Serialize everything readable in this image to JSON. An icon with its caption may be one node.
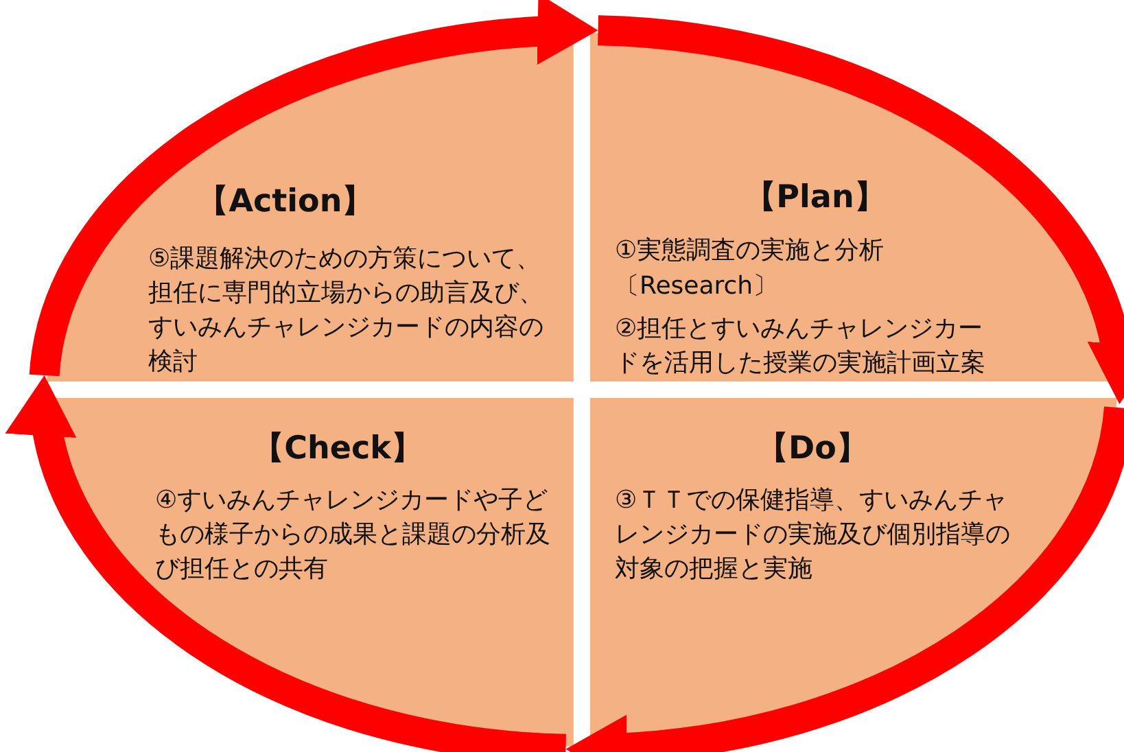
{
  "diagram": {
    "nodes": [
      {
        "text": [
          "【Action】",
          "⑤課題解決のための方策について、担任に専門的立場からの助言及び、すいみんチャレンジカードの内容の検討"
        ]
      },
      {
        "text": [
          "【Plan】",
          "①実態調査の実施と分析",
          "〔Research〕",
          "②担任とすいみんチャレンジカードを活用した授業の実施計画立案"
        ]
      },
      {
        "text": [
          "【Check】",
          "④すいみんチャレンジカードや子どもの様子からの成果と課題の分析及び担任との共有"
        ]
      },
      {
        "text": [
          "【Do】",
          "③ＴＴでの保健指導、すいみんチャレンジカードの実施及び個別指導の対象の把握と実施"
        ]
      }
    ],
    "edges": [
      {
        "from": 0,
        "to": 1,
        "arrow": "to"
      },
      {
        "from": 1,
        "to": 3,
        "arrow": "to"
      },
      {
        "from": 3,
        "to": 2,
        "arrow": "to"
      },
      {
        "from": 2,
        "to": 0,
        "arrow": "to"
      }
    ]
  }
}
